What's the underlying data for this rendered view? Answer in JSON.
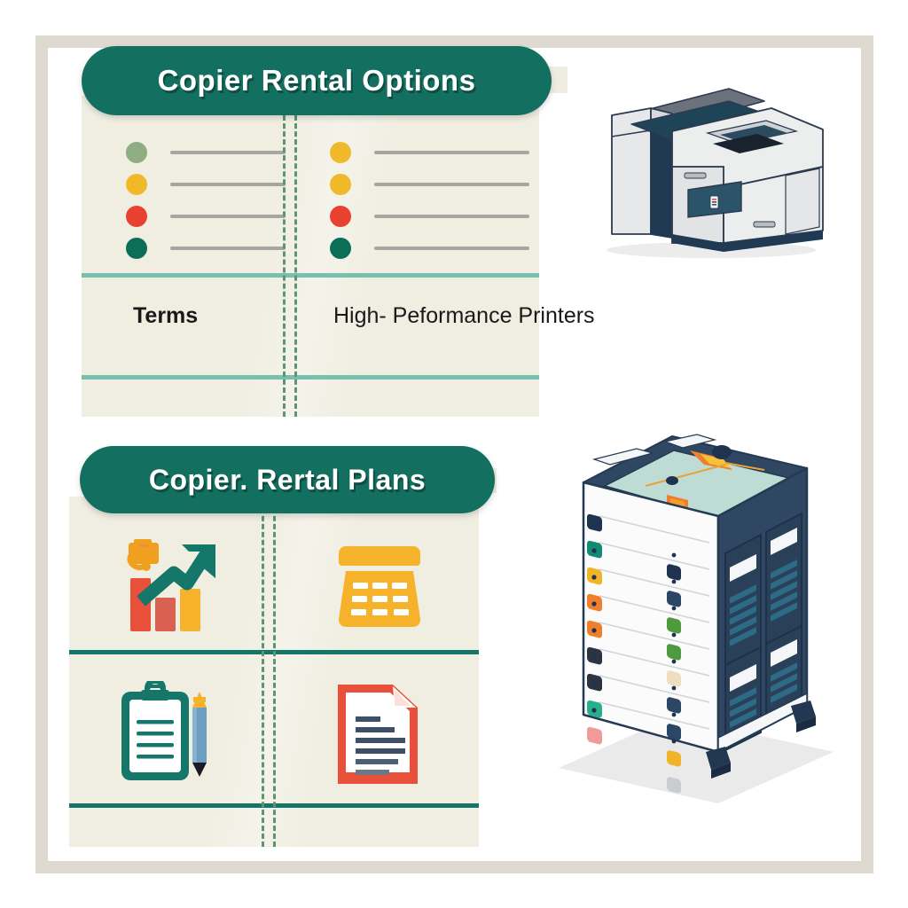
{
  "page": {
    "background_color": "#ffffff",
    "frame_color": "#dedad1"
  },
  "theme": {
    "banner_green": "#136f5f",
    "card_cream": "#f0eee1",
    "rule_light_teal": "#79bfb0",
    "rule_dark_teal": "#14766a",
    "gutter_dash_green": "#5d9474",
    "amber": "#f5b22a",
    "red": "#e8503a",
    "navy": "#3d5068",
    "sage": "#8fad82"
  },
  "cards": [
    {
      "id": "copier-rental-options",
      "banner": {
        "label": "Copier Rental Options"
      },
      "bullets_left": [
        {
          "dot_color": "#8fad82",
          "line_width": 130
        },
        {
          "dot_color": "#f0b92a",
          "line_width": 130
        },
        {
          "dot_color": "#e8412f",
          "line_width": 130
        },
        {
          "dot_color": "#0d6e57",
          "line_width": 130
        }
      ],
      "bullets_right": [
        {
          "dot_color": "#f0b92a",
          "line_width": 175
        },
        {
          "dot_color": "#f0b92a",
          "line_width": 175
        },
        {
          "dot_color": "#e8412f",
          "line_width": 175
        },
        {
          "dot_color": "#0d6e57",
          "line_width": 175
        }
      ],
      "label_left": "Terms",
      "label_right": "High- Peformance Printers"
    },
    {
      "id": "copier-rental-plans",
      "banner": {
        "label": "Copier. Rertal Plans"
      },
      "icons": [
        {
          "name": "growth-bar-chart-icon",
          "position": "top-left"
        },
        {
          "name": "calculator-icon",
          "position": "top-right"
        },
        {
          "name": "clipboard-pencil-icon",
          "position": "bottom-left"
        },
        {
          "name": "document-icon",
          "position": "bottom-right"
        }
      ]
    }
  ],
  "illustrations": [
    {
      "name": "office-copier-illustration",
      "alt": "Multifunction office copier with open scanner lid"
    },
    {
      "name": "server-rack-illustration",
      "alt": "Isometric server rack cabinet with colored indicator lights"
    }
  ]
}
